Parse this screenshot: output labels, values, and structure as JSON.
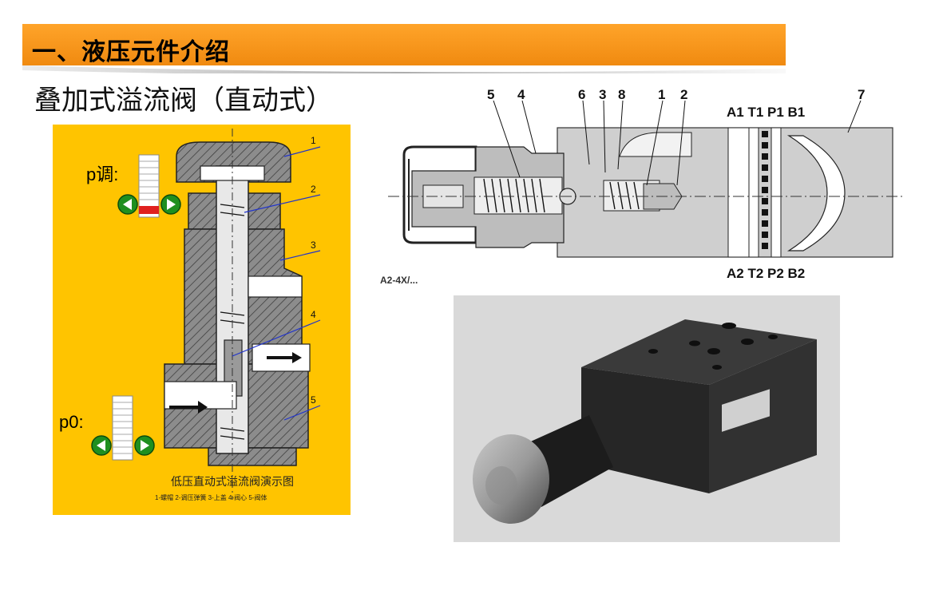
{
  "header": {
    "title": "一、液压元件介绍",
    "subtitle": "叠加式溢流阀（直动式）"
  },
  "left_diagram": {
    "gauge_top_label": "p调:",
    "gauge_bottom_label": "p0:",
    "part_numbers": [
      "1",
      "2",
      "3",
      "4",
      "5"
    ],
    "caption": "低压直动式溢流阀演示图",
    "legend": "1-螺帽  2-调压弹簧  3-上盖  4-阀心  5-阀体",
    "background_color": "#ffc400"
  },
  "right_diagram": {
    "top_numbers": [
      "5",
      "4",
      "6",
      "3",
      "8",
      "1",
      "2"
    ],
    "right_number": "7",
    "ports_top": "A1 T1 P1 B1",
    "ports_bottom": "A2 T2 P2 B2",
    "model_text": "A2-4X/..."
  },
  "colors": {
    "banner_orange": "#f7941d",
    "diagram_yellow": "#ffc400"
  }
}
